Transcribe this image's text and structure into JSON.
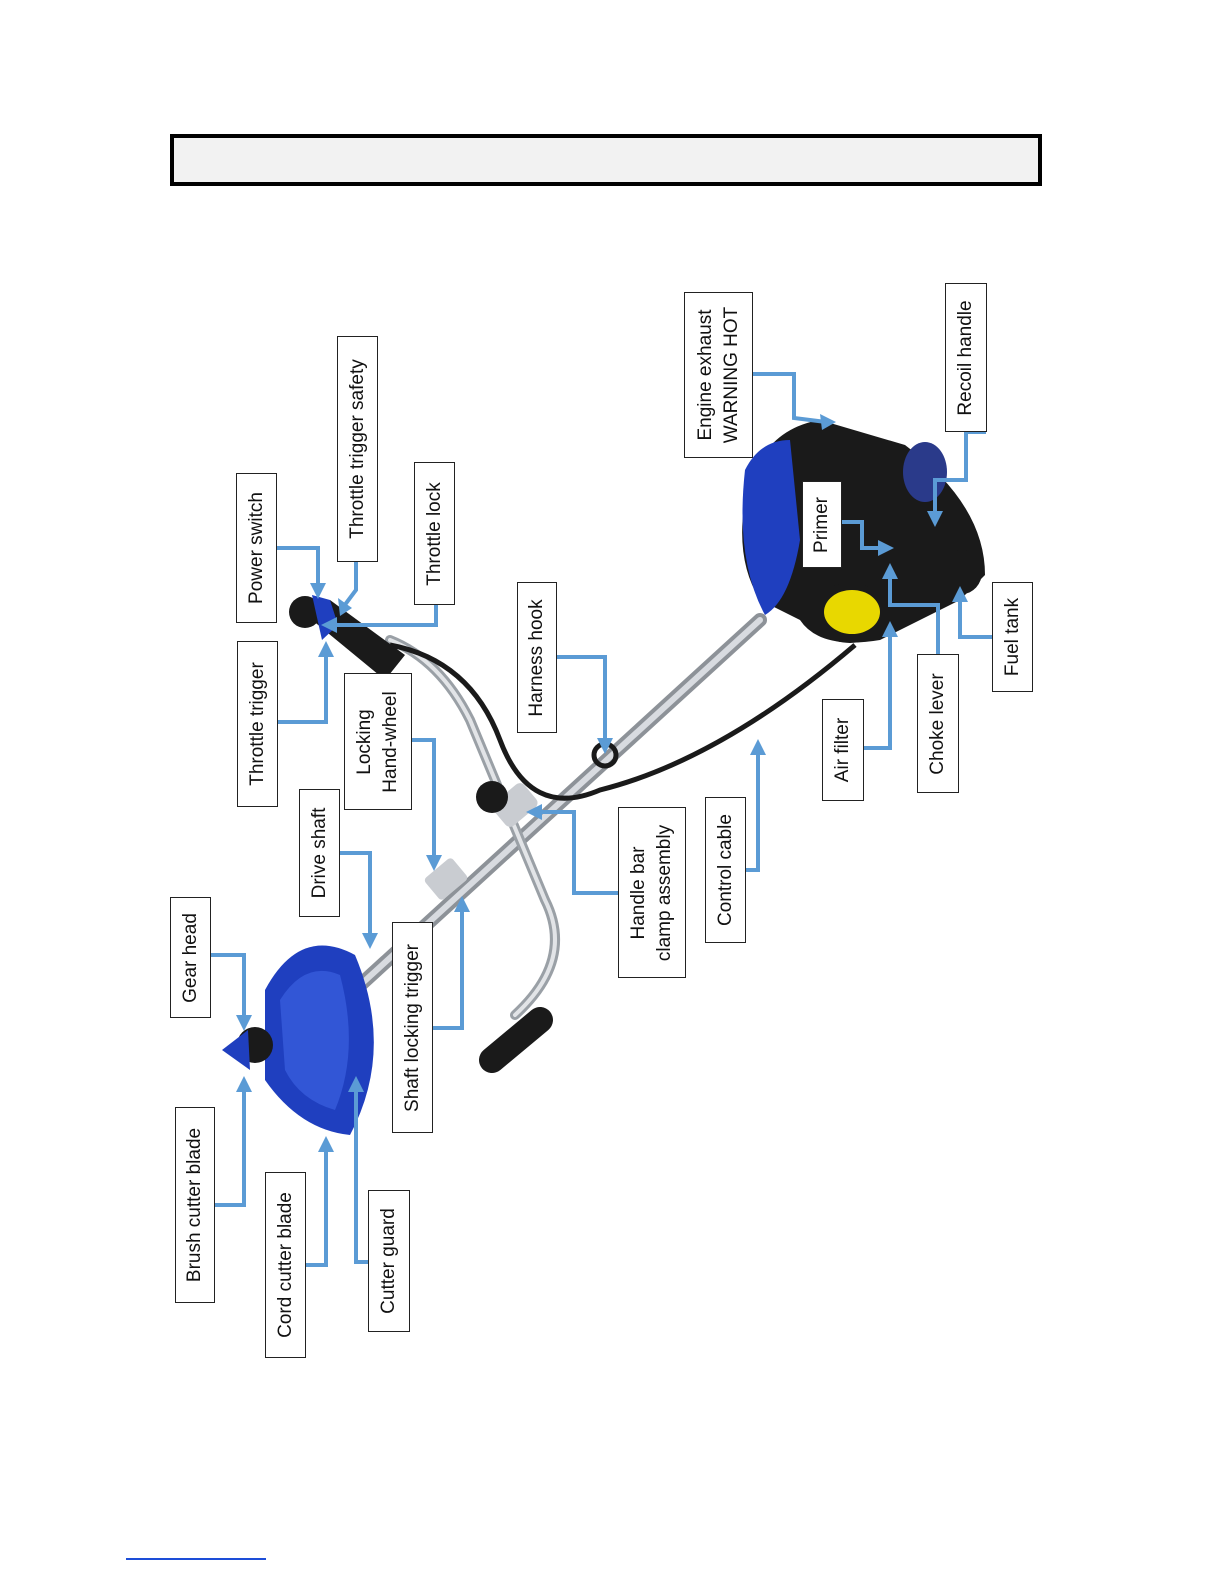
{
  "header": {
    "title": ""
  },
  "labels": {
    "brush_cutter_blade": "Brush cutter blade",
    "gear_head": "Gear head",
    "cord_cutter_blade": "Cord cutter blade",
    "drive_shaft": "Drive shaft",
    "cutter_guard": "Cutter guard",
    "shaft_locking_trigger": "Shaft locking trigger",
    "throttle_trigger": "Throttle trigger",
    "power_switch": "Power switch",
    "locking_hand_wheel": "Locking\nHand-wheel",
    "throttle_trigger_safety": "Throttle trigger safety",
    "throttle_lock": "Throttle lock",
    "harness_hook": "Harness hook",
    "handle_bar_clamp_assembly": "Handle bar\nclamp assembly",
    "control_cable": "Control cable",
    "engine_exhaust": "Engine exhaust\nWARNING HOT",
    "primer": "Primer",
    "air_filter": "Air filter",
    "choke_lever": "Choke lever",
    "recoil_handle": "Recoil handle",
    "fuel_tank": "Fuel tank"
  },
  "colors": {
    "leader": "#5b9bd5",
    "tool_blue": "#1f3fbf",
    "tool_black": "#1a1a1a",
    "shaft_silver": "#b8bcc2",
    "fuel_cap_yellow": "#e8d800"
  }
}
